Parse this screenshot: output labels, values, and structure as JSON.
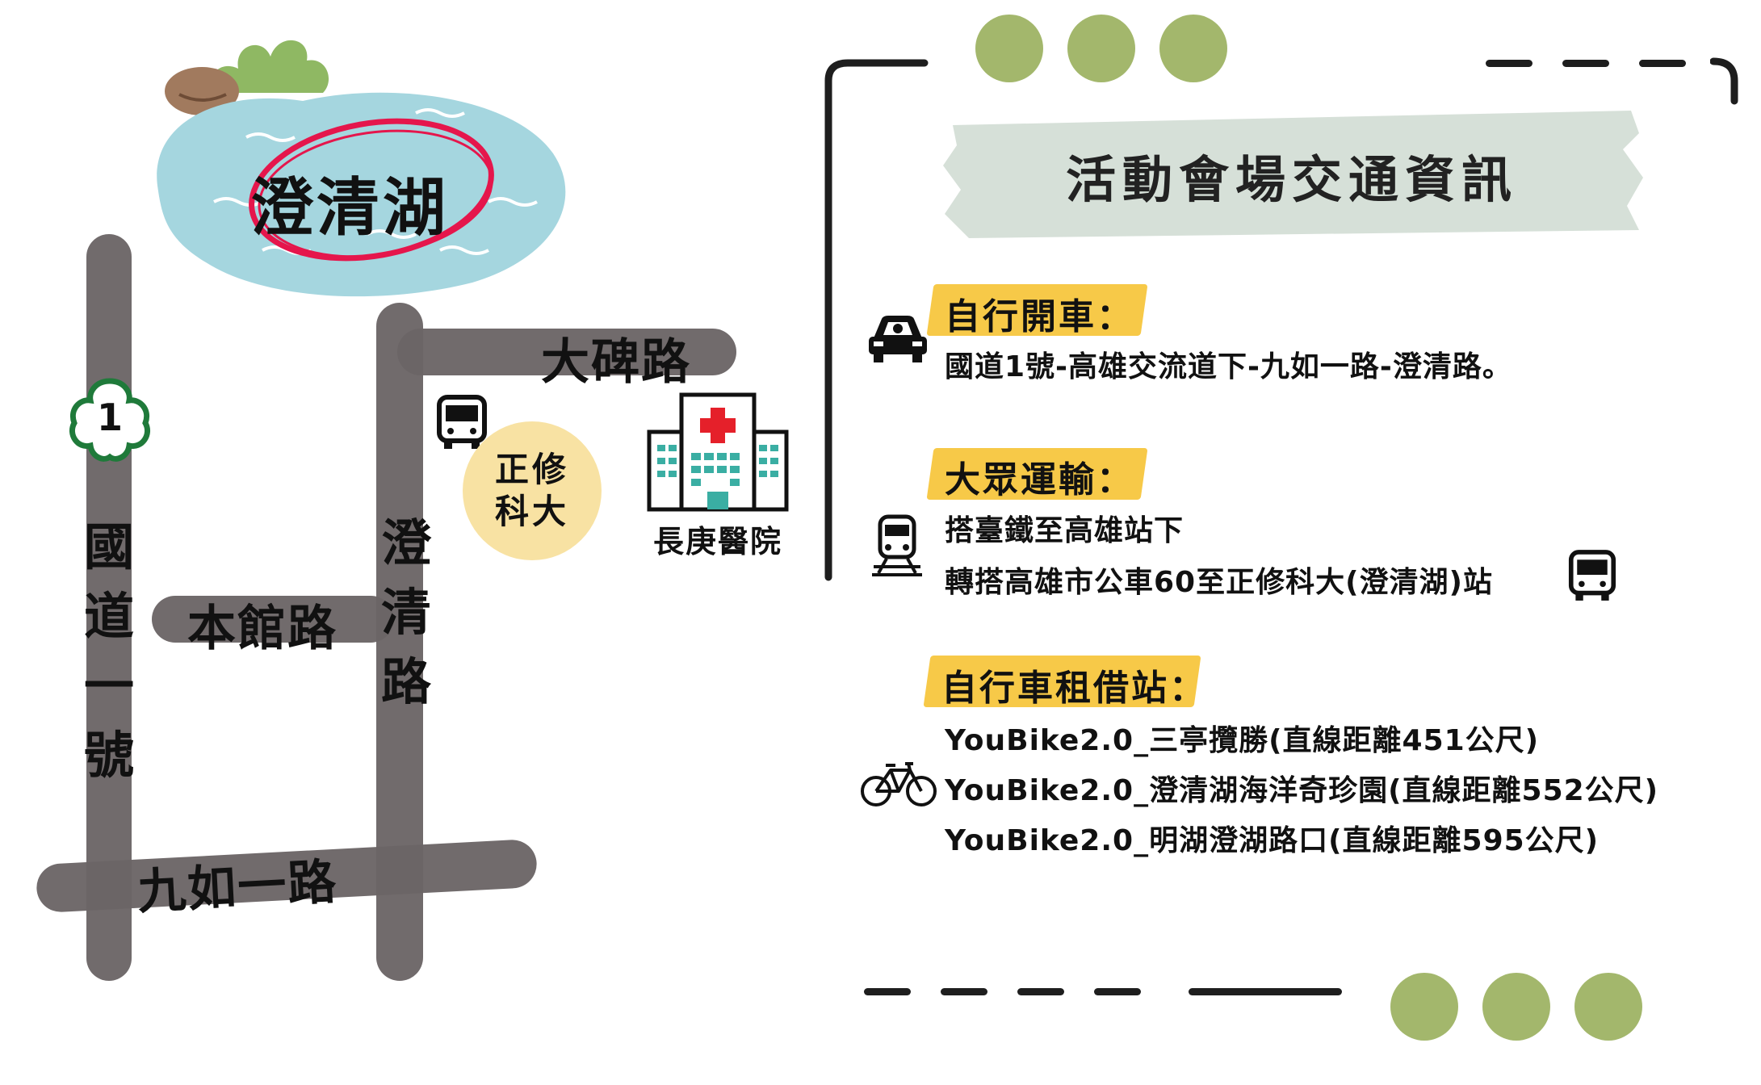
{
  "map": {
    "lake_label": "澄清湖",
    "road_dabei": "大碑路",
    "road_chengqing": "澄清路",
    "road_benguan": "本館路",
    "road_jiuru": "九如一路",
    "road_freeway": "國道一號",
    "freeway_shield_number": "1",
    "school_label_line1": "正修",
    "school_label_line2": "科大",
    "hospital_label": "長庚醫院"
  },
  "panel": {
    "title": "活動會場交通資訊",
    "driving": {
      "heading": "自行開車：",
      "text": "國道1號-高雄交流道下-九如一路-澄清路。"
    },
    "transit": {
      "heading": "大眾運輸：",
      "line1": "搭臺鐵至高雄站下",
      "line2": "轉搭高雄市公車60至正修科大(澄清湖)站"
    },
    "bike": {
      "heading": "自行車租借站：",
      "stations": [
        "YouBike2.0_三亭攬勝(直線距離451公尺)",
        "YouBike2.0_澄清湖海洋奇珍園(直線距離552公尺)",
        "YouBike2.0_明湖澄湖路口(直線距離595公尺)"
      ]
    }
  },
  "colors": {
    "accent_green": "#a3b76c",
    "highlight_yellow": "#f7c948",
    "road_gray": "#6b6566",
    "lake_blue": "#a5d6df",
    "title_brush": "#d6e0d8",
    "school_circle": "#f8e2a3",
    "lake_circle_red": "#e5164c",
    "shield_green": "#1f7a3a"
  },
  "icons": [
    "car-icon",
    "train-icon",
    "bus-icon",
    "bicycle-icon",
    "hospital-icon",
    "freeway-shield-icon",
    "rock-icon",
    "bush-icon"
  ]
}
